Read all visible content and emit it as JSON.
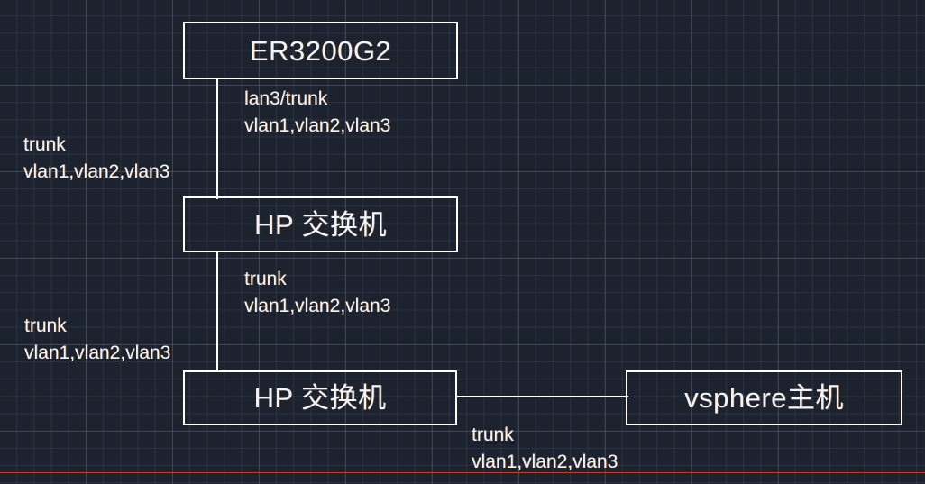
{
  "diagram": {
    "background": {
      "canvas_color": "#1d232e",
      "grid_minor_color": "#586680",
      "grid_major_color": "#6a7a96",
      "accent_line_color": "#b4432a"
    },
    "nodes": [
      {
        "id": "router",
        "label": "ER3200G2"
      },
      {
        "id": "switch1",
        "label": "HP 交换机"
      },
      {
        "id": "switch2",
        "label": "HP 交换机"
      },
      {
        "id": "vsphere",
        "label": "vsphere主机"
      }
    ],
    "annotations": [
      {
        "id": "router-port",
        "line1": "lan3/trunk",
        "line2": "vlan1,vlan2,vlan3"
      },
      {
        "id": "left-upper-link",
        "line1": "trunk",
        "line2": "vlan1,vlan2,vlan3"
      },
      {
        "id": "switch1-down",
        "line1": "trunk",
        "line2": "vlan1,vlan2,vlan3"
      },
      {
        "id": "left-lower-link",
        "line1": "trunk",
        "line2": "vlan1,vlan2,vlan3"
      },
      {
        "id": "vsphere-link",
        "line1": "trunk",
        "line2": "vlan1,vlan2,vlan3"
      }
    ]
  }
}
